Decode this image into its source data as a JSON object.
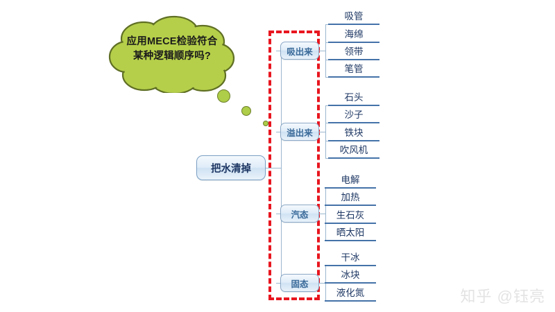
{
  "diagram": {
    "root": {
      "label": "把水清掉"
    },
    "annotation": {
      "text": "应用MECE检验符合某种逻辑顺序吗?",
      "shape": "thought-cloud",
      "fill_color": "#b5cf4a",
      "stroke_color": "#5f6f24"
    },
    "highlight": {
      "name": "mece-check-region",
      "style": "dashed",
      "color": "#e8161f"
    },
    "branches": [
      {
        "label": "吸出来",
        "leaves": [
          "吸管",
          "海绵",
          "领带",
          "笔管"
        ]
      },
      {
        "label": "溢出来",
        "leaves": [
          "石头",
          "沙子",
          "铁块",
          "吹风机"
        ]
      },
      {
        "label": "汽态",
        "leaves": [
          "电解",
          "加热",
          "生石灰",
          "晒太阳"
        ]
      },
      {
        "label": "固态",
        "leaves": [
          "干冰",
          "冰块",
          "液化氮"
        ]
      }
    ],
    "node_colors": {
      "node_fill": "#dfecf8",
      "node_border": "#8ca9c6",
      "node_text": "#1f3864",
      "connector": "#9bb7cf",
      "leaf_rule": "#4472a8"
    }
  },
  "watermark": {
    "text": "知乎 @钰亮"
  }
}
